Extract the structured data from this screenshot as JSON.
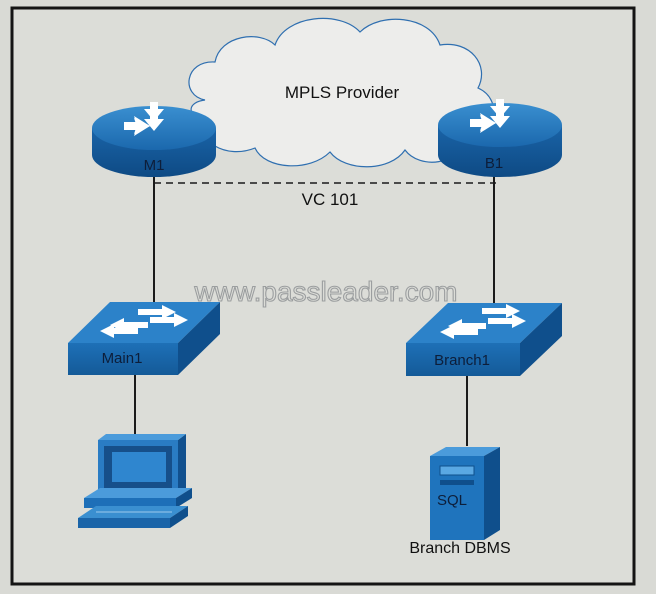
{
  "diagram": {
    "cloud_label": "MPLS Provider",
    "routers": [
      {
        "id": "m1",
        "label": "M1"
      },
      {
        "id": "b1",
        "label": "B1"
      }
    ],
    "virtual_circuit_label": "VC 101",
    "switches": [
      {
        "id": "main1",
        "label": "Main1"
      },
      {
        "id": "branch1",
        "label": "Branch1"
      }
    ],
    "server": {
      "label": "SQL",
      "caption": "Branch DBMS"
    },
    "pc": {
      "label": ""
    },
    "watermark": "www.passleader.com"
  },
  "colors": {
    "background": "#d9dad5",
    "device_blue": "#1d6fb8",
    "device_dark": "#0f4f8c",
    "link": "#1a1a1a"
  }
}
